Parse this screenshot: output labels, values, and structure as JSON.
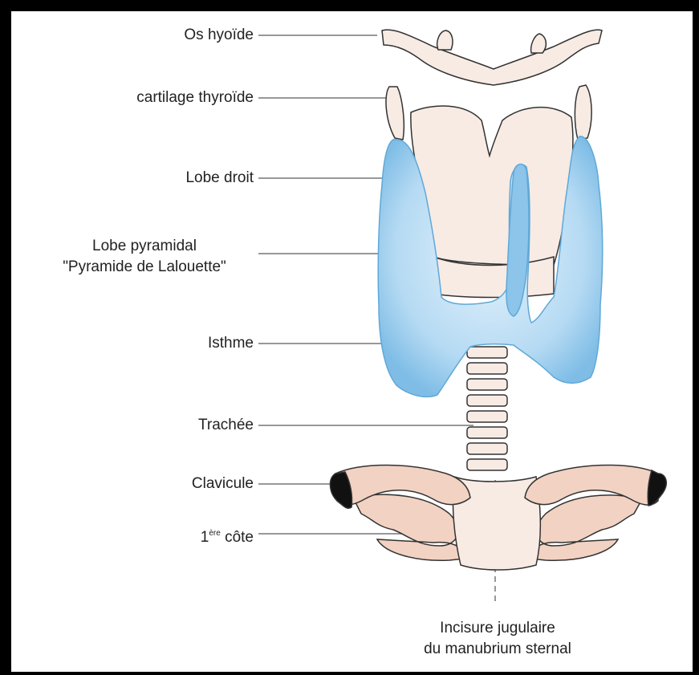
{
  "labels": {
    "hyoid": "Os hyoïde",
    "thyroid_cartilage": "cartilage thyroïde",
    "right_lobe": "Lobe droit",
    "pyramidal_lobe_1": "Lobe pyramidal",
    "pyramidal_lobe_2": "\"Pyramide de Lalouette\"",
    "isthmus": "Isthme",
    "trachea": "Trachée",
    "clavicle": "Clavicule",
    "first_rib_num": "1",
    "first_rib_sup": "ère",
    "first_rib_word": " côte",
    "notch_1": "Incisure jugulaire",
    "notch_2": "du manubrium sternal"
  },
  "colors": {
    "gland": "#a9d3f0",
    "cartilage": "#f7ebe4",
    "bone": "#f2d2c2",
    "outline": "#333333",
    "leader": "#777777"
  }
}
